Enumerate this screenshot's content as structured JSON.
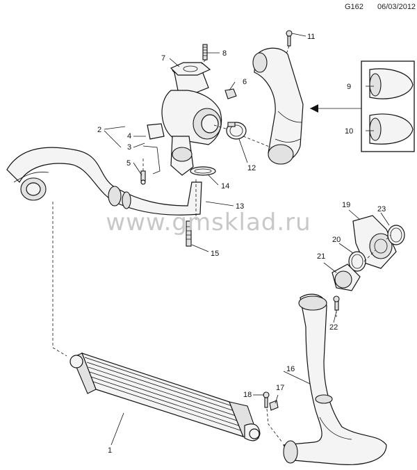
{
  "header": {
    "code": "G162",
    "date": "06/03/2012"
  },
  "watermark": "www.gmsklad.ru",
  "callouts": [
    "1",
    "2",
    "3",
    "4",
    "5",
    "6",
    "7",
    "8",
    "9",
    "10",
    "11",
    "12",
    "13",
    "14",
    "15",
    "16",
    "17",
    "18",
    "19",
    "20",
    "21",
    "22",
    "23"
  ]
}
